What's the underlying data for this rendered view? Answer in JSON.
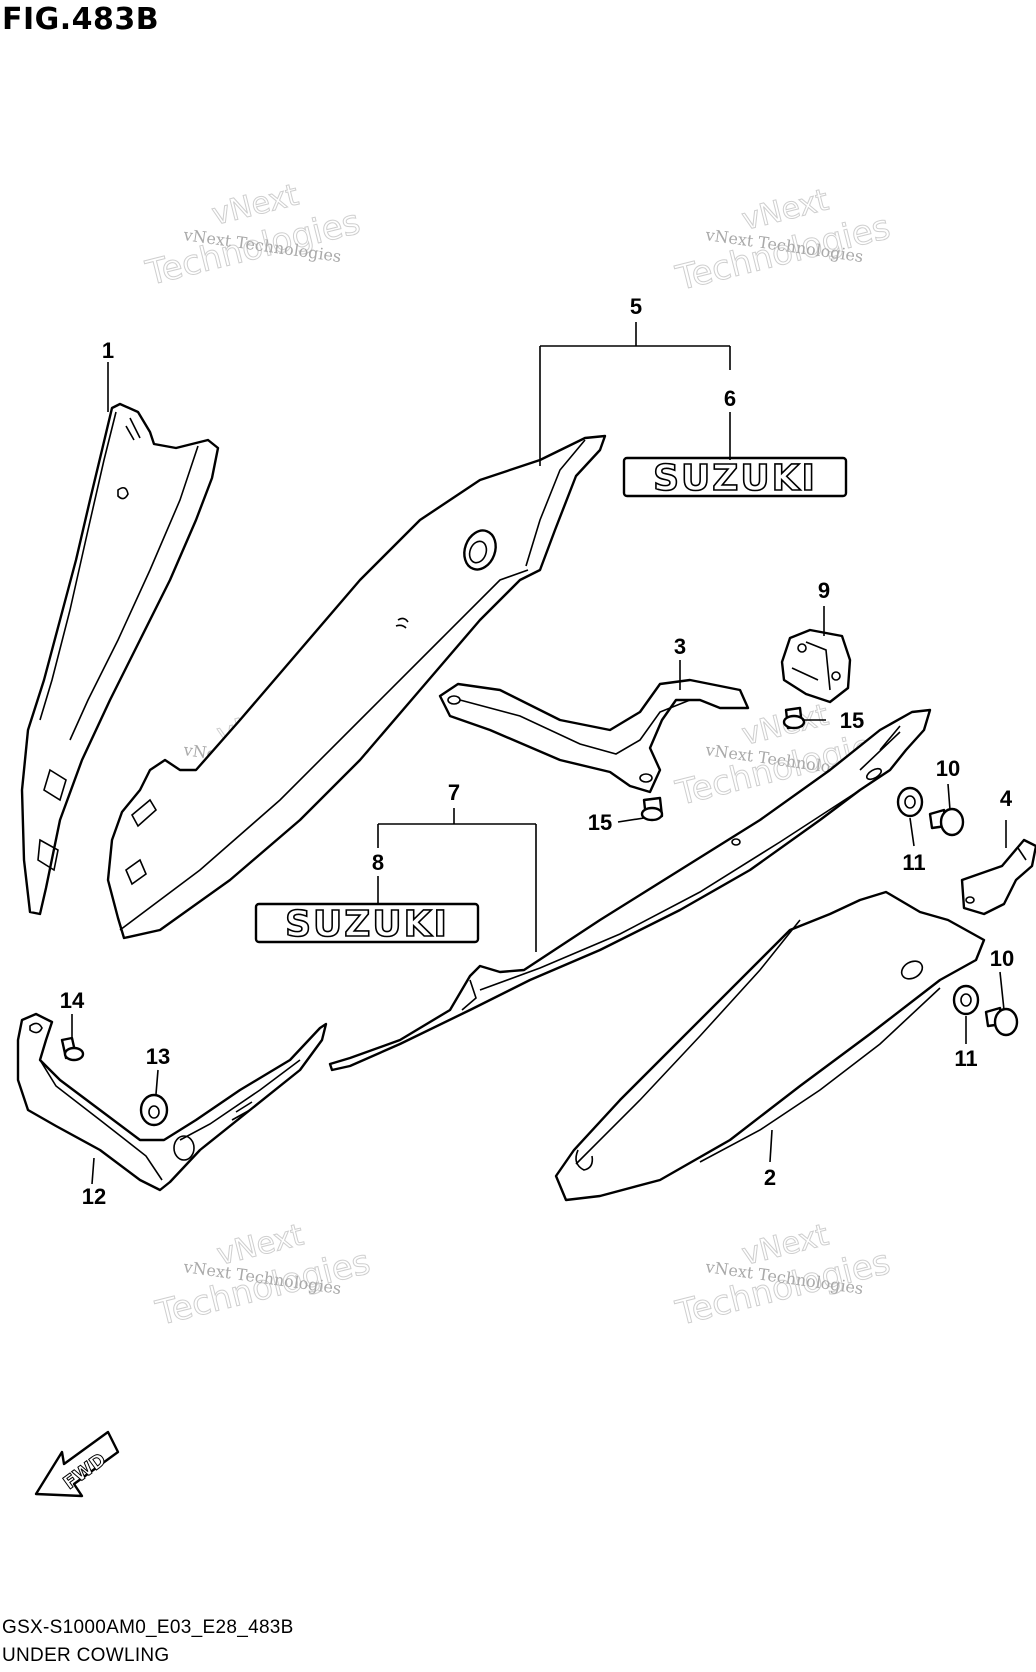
{
  "figure": {
    "title": "FIG.483B"
  },
  "callouts": [
    "1",
    "2",
    "3",
    "4",
    "5",
    "6",
    "7",
    "8",
    "9",
    "10",
    "10",
    "11",
    "11",
    "12",
    "13",
    "14",
    "15",
    "15"
  ],
  "emblems": [
    "SUZUKI",
    "SUZUKI"
  ],
  "fwd_label": "FWD",
  "watermark": {
    "line1": "vNext Technologies",
    "line2": "vNext",
    "line3": "Technologies"
  },
  "footer": {
    "model_code": "GSX-S1000AM0_E03_E28_483B",
    "section_name": "UNDER COWLING"
  }
}
